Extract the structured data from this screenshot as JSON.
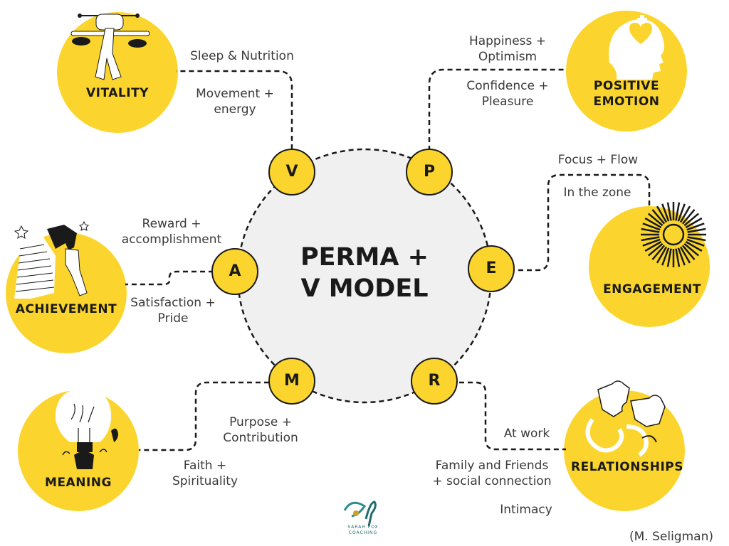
{
  "title": {
    "line1": "PERMA +",
    "line2": "V MODEL"
  },
  "nodes": {
    "vitality": {
      "letter": "V",
      "title": "VITALITY",
      "icon": "scales-person-icon",
      "labels": [
        "Sleep & Nutrition",
        "Movement + energy"
      ]
    },
    "positive": {
      "letter": "P",
      "title1": "POSITIVE",
      "title2": "EMOTION",
      "icon": "head-heart-icon",
      "labels": [
        "Happiness + Optimism",
        "Confidence + Pleasure"
      ]
    },
    "engagement": {
      "letter": "E",
      "title": "ENGAGEMENT",
      "icon": "sunburst-icon",
      "labels": [
        "Focus + Flow",
        "In the zone"
      ]
    },
    "relationships": {
      "letter": "R",
      "title": "RELATIONSHIPS",
      "icon": "puzzle-pieces-icon",
      "labels": [
        "At work",
        "Family and Friends + social connection",
        "Intimacy"
      ]
    },
    "meaning": {
      "letter": "M",
      "title": "MEANING",
      "icon": "lightbulb-balloon-icon",
      "labels": [
        "Purpose + Contribution",
        "Faith + Spirituality"
      ]
    },
    "achievement": {
      "letter": "A",
      "title": "ACHIEVEMENT",
      "icon": "stairs-climber-icon",
      "labels": [
        "Reward + accomplishment",
        "Satisfaction + Pride"
      ]
    }
  },
  "labels": {
    "sleep": "Sleep & Nutrition",
    "movement1": "Movement +",
    "movement2": "energy",
    "happiness1": "Happiness +",
    "happiness2": "Optimism",
    "confidence1": "Confidence +",
    "confidence2": "Pleasure",
    "focus": "Focus + Flow",
    "zone": "In the zone",
    "atwork": "At work",
    "family1": "Family and Friends",
    "family2": "+ social connection",
    "intimacy": "Intimacy",
    "purpose1": "Purpose +",
    "purpose2": "Contribution",
    "faith1": "Faith +",
    "faith2": "Spirituality",
    "reward1": "Reward +",
    "reward2": "accomplishment",
    "satisfaction1": "Satisfaction +",
    "satisfaction2": "Pride"
  },
  "logo": {
    "brand": "SARAH FOX COACHING",
    "line1": "SARAH FOX",
    "line2": "COACHING"
  },
  "credit": "(M. Seligman)",
  "colors": {
    "accent": "#FBD52D",
    "center": "#F0F0F0",
    "line": "#1A1A1A",
    "brand": "#1F6B6E"
  }
}
